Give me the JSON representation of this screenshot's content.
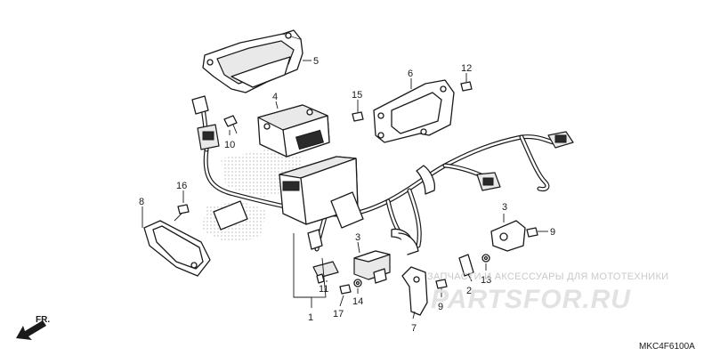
{
  "diagram": {
    "callouts": [
      {
        "id": "c1",
        "text": "1"
      },
      {
        "id": "c2",
        "text": "2"
      },
      {
        "id": "c3a",
        "text": "3"
      },
      {
        "id": "c3b",
        "text": "3"
      },
      {
        "id": "c4",
        "text": "4"
      },
      {
        "id": "c5",
        "text": "5"
      },
      {
        "id": "c6",
        "text": "6"
      },
      {
        "id": "c7",
        "text": "7"
      },
      {
        "id": "c8",
        "text": "8"
      },
      {
        "id": "c9a",
        "text": "9"
      },
      {
        "id": "c9b",
        "text": "9"
      },
      {
        "id": "c10",
        "text": "10"
      },
      {
        "id": "c11",
        "text": "11"
      },
      {
        "id": "c12",
        "text": "12"
      },
      {
        "id": "c13",
        "text": "13"
      },
      {
        "id": "c14",
        "text": "14"
      },
      {
        "id": "c15",
        "text": "15"
      },
      {
        "id": "c16",
        "text": "16"
      },
      {
        "id": "c17",
        "text": "17"
      }
    ],
    "direction_label": "FR.",
    "diagram_code": "MKC4F6100A"
  },
  "watermark": {
    "tagline": "ЗАПЧАСТИ И АКСЕССУАРЫ ДЛЯ МОТОТЕХНИКИ",
    "brand": "PARTSFOR.RU"
  }
}
